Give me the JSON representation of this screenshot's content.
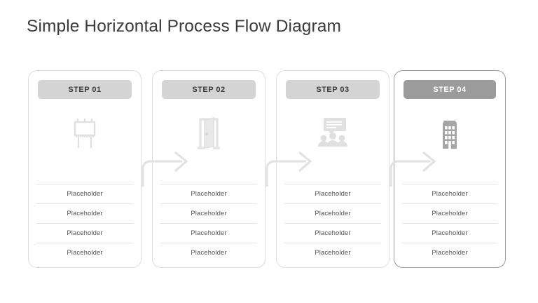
{
  "slide": {
    "title": "Simple Horizontal Process Flow Diagram",
    "background_color": "#ffffff",
    "title_color": "#3b3b3b"
  },
  "theme": {
    "card_border_color": "#dedede",
    "card_border_color_active": "#9c9c9c",
    "pill_color": "#d4d4d4",
    "pill_color_active": "#9b9b9b",
    "pill_text_color": "#3a3a3a",
    "pill_text_color_active": "#ffffff",
    "icon_color": "#e0e0e0",
    "icon_color_active": "#a5a5a5",
    "arrow_color": "#e2e2e2",
    "row_text_color": "#545454",
    "row_divider_color": "#e4e4e4"
  },
  "steps": [
    {
      "label": "STEP 01",
      "icon": "billboard-icon",
      "active": false,
      "rows": [
        "Placeholder",
        "Placeholder",
        "Placeholder",
        "Placeholder"
      ]
    },
    {
      "label": "STEP 02",
      "icon": "door-icon",
      "active": false,
      "rows": [
        "Placeholder",
        "Placeholder",
        "Placeholder",
        "Placeholder"
      ]
    },
    {
      "label": "STEP 03",
      "icon": "presentation-audience-icon",
      "active": false,
      "rows": [
        "Placeholder",
        "Placeholder",
        "Placeholder",
        "Placeholder"
      ]
    },
    {
      "label": "STEP 04",
      "icon": "office-building-icon",
      "active": true,
      "rows": [
        "Placeholder",
        "Placeholder",
        "Placeholder",
        "Placeholder"
      ]
    }
  ],
  "connectors": [
    {
      "name": "arrow-step1-to-step2"
    },
    {
      "name": "arrow-step2-to-step3"
    },
    {
      "name": "arrow-step3-to-step4"
    }
  ]
}
